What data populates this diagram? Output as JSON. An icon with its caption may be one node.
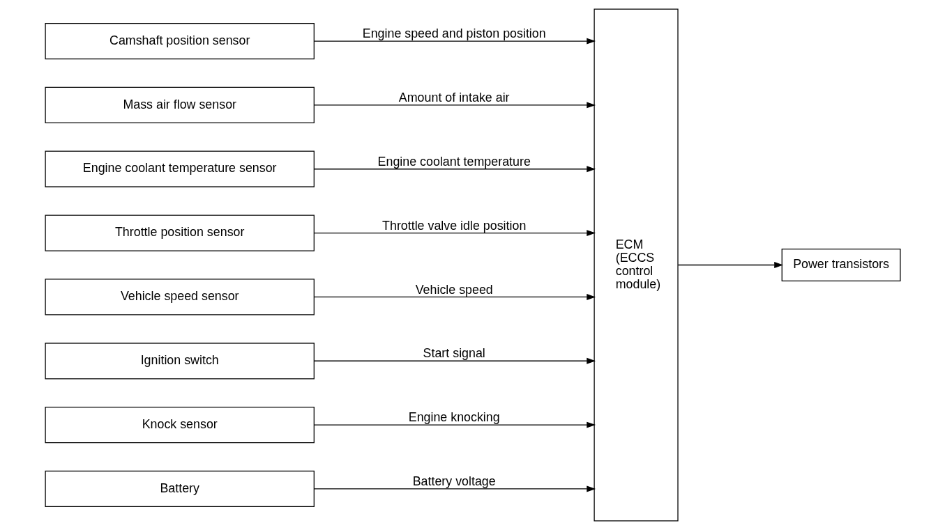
{
  "diagram": {
    "nodes": [
      {
        "text": [
          "Camshaft position sensor"
        ]
      },
      {
        "text": [
          "Mass air flow sensor"
        ]
      },
      {
        "text": [
          "Engine coolant temperature sensor"
        ]
      },
      {
        "text": [
          "Throttle position sensor"
        ]
      },
      {
        "text": [
          "Vehicle speed sensor"
        ]
      },
      {
        "text": [
          "Ignition switch"
        ]
      },
      {
        "text": [
          "Knock sensor"
        ]
      },
      {
        "text": [
          "Battery"
        ]
      },
      {
        "text": [
          "ECM (ECCS control module)"
        ]
      },
      {
        "text": [
          "Power transistors"
        ]
      }
    ],
    "edges": [
      {
        "from": 0,
        "to": 8,
        "arrow": "to",
        "label": "Engine speed and piston position"
      },
      {
        "from": 1,
        "to": 8,
        "arrow": "to",
        "label": "Amount of intake air"
      },
      {
        "from": 2,
        "to": 8,
        "arrow": "to",
        "label": "Engine coolant temperature"
      },
      {
        "from": 3,
        "to": 8,
        "arrow": "to",
        "label": "Throttle valve idle position"
      },
      {
        "from": 4,
        "to": 8,
        "arrow": "to",
        "label": "Vehicle speed"
      },
      {
        "from": 5,
        "to": 8,
        "arrow": "to",
        "label": "Start signal"
      },
      {
        "from": 6,
        "to": 8,
        "arrow": "to",
        "label": "Engine knocking"
      },
      {
        "from": 7,
        "to": 8,
        "arrow": "to",
        "label": "Battery voltage"
      },
      {
        "from": 8,
        "to": 9,
        "arrow": "to"
      }
    ]
  }
}
